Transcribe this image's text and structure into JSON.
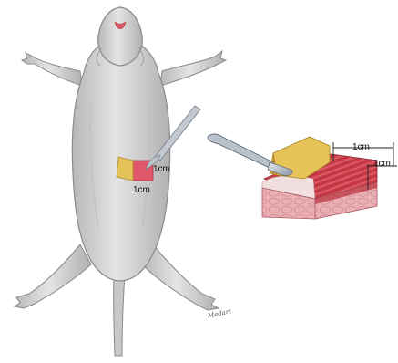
{
  "figure": {
    "rat_diagram": {
      "excision_width_label": "1cm",
      "excision_length_label": "1cm"
    },
    "tissue_block": {
      "width_label": "1cm",
      "depth_label": "1cm"
    },
    "artist_signature": "Medart",
    "colors": {
      "rat_body": "#cbcbcb",
      "rat_outline": "#8a8a8a",
      "wound": "#e0566a",
      "skin_flap": "#e4c25a",
      "muscle": "#c93a46",
      "tissue_side": "#e9a8ac",
      "scalpel": "#9aa6b2"
    }
  }
}
